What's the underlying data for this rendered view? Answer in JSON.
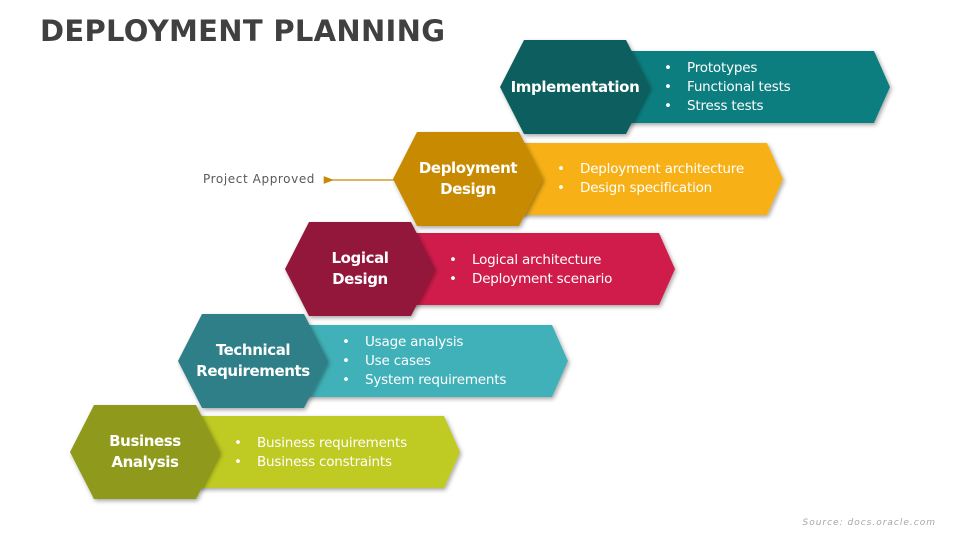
{
  "title": "DEPLOYMENT PLANNING",
  "steps": [
    {
      "label": "Business\nAnalysis",
      "bullets": [
        "Business requirements",
        "Business constraints"
      ],
      "hex_color": "#8f9a1a",
      "band_color": "#bfca21"
    },
    {
      "label": "Technical\nRequirements",
      "bullets": [
        "Usage analysis",
        "Use cases",
        "System requirements"
      ],
      "hex_color": "#2f7f88",
      "band_color": "#3fb1b8"
    },
    {
      "label": "Logical\nDesign",
      "bullets": [
        "Logical architecture",
        "Deployment scenario"
      ],
      "hex_color": "#93153a",
      "band_color": "#cf1b4b"
    },
    {
      "label": "Deployment\nDesign",
      "bullets": [
        "Deployment architecture",
        "Design specification"
      ],
      "hex_color": "#c88a06",
      "band_color": "#f7b116"
    },
    {
      "label": "Implementation",
      "bullets": [
        "Prototypes",
        "Functional tests",
        "Stress tests"
      ],
      "hex_color": "#0e5f5f",
      "band_color": "#117e7f"
    }
  ],
  "annotation": {
    "text": "Project Approved",
    "arrow_color": "#c88a06"
  },
  "source": "Source: docs.oracle.com"
}
